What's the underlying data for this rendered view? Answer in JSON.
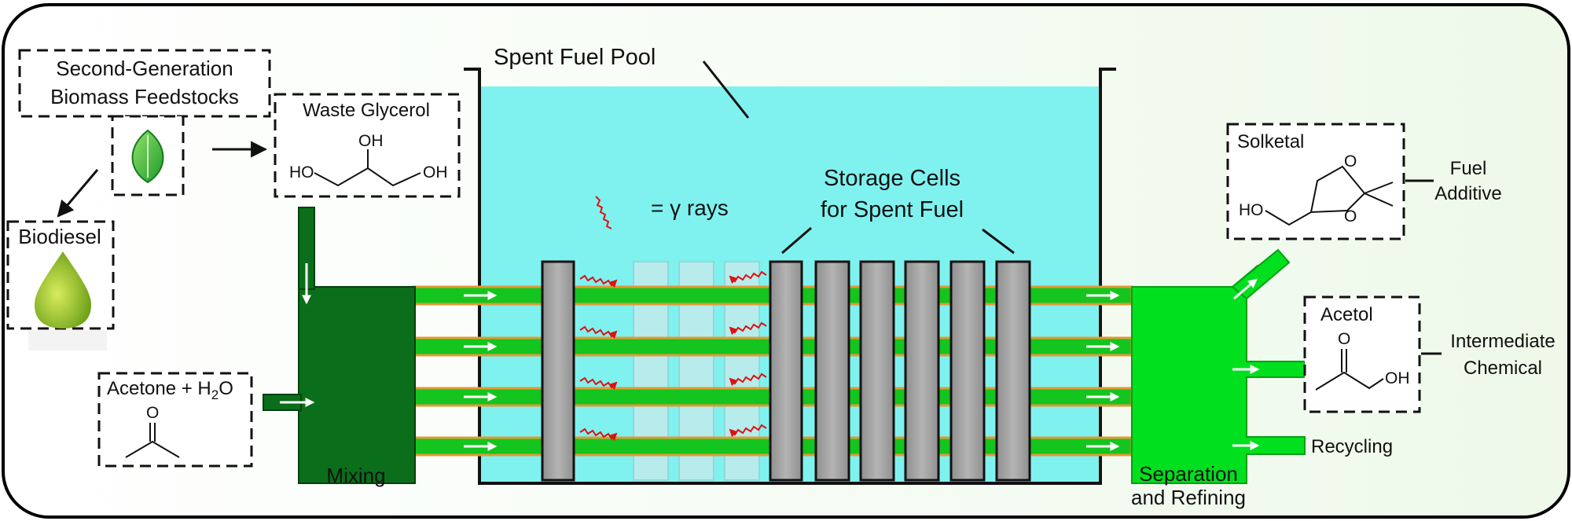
{
  "feedstocks": {
    "line1": "Second-Generation",
    "line2": "Biomass Feedstocks",
    "icon": "leaf-icon"
  },
  "biodiesel": {
    "label": "Biodiesel",
    "icon": "oil-drop-icon"
  },
  "glycerol": {
    "label": "Waste Glycerol",
    "oh_top": "OH",
    "ho_left": "HO",
    "oh_right": "OH"
  },
  "acetone": {
    "label_main": "Acetone + H",
    "label_sub": "2",
    "label_end": "O",
    "o_label": "O"
  },
  "mixing": {
    "label": "Mixing"
  },
  "pool": {
    "label": "Spent Fuel Pool"
  },
  "legend": {
    "text": "= γ rays"
  },
  "storage": {
    "line1": "Storage Cells",
    "line2": "for Spent Fuel"
  },
  "separation": {
    "line1": "Separation",
    "line2": "and Refining"
  },
  "solketal": {
    "label": "Solketal",
    "ho": "HO",
    "o_top": "O",
    "o_bottom": "O"
  },
  "fuel_additive": {
    "line1": "Fuel",
    "line2": "Additive"
  },
  "acetol": {
    "label": "Acetol",
    "o_label": "O",
    "oh_label": "OH"
  },
  "intermediate": {
    "line1": "Intermediate",
    "line2": "Chemical"
  },
  "recycling": {
    "label": "Recycling"
  },
  "colors": {
    "pool_water": "#7ff2ef",
    "dark_green": "#0b6e1a",
    "bright_green": "#00e01e",
    "pipe_green": "#14c41f",
    "pipe_edge": "#e29a33",
    "fuel_gray": "#a6a6a6",
    "ray_red": "#e01010"
  }
}
